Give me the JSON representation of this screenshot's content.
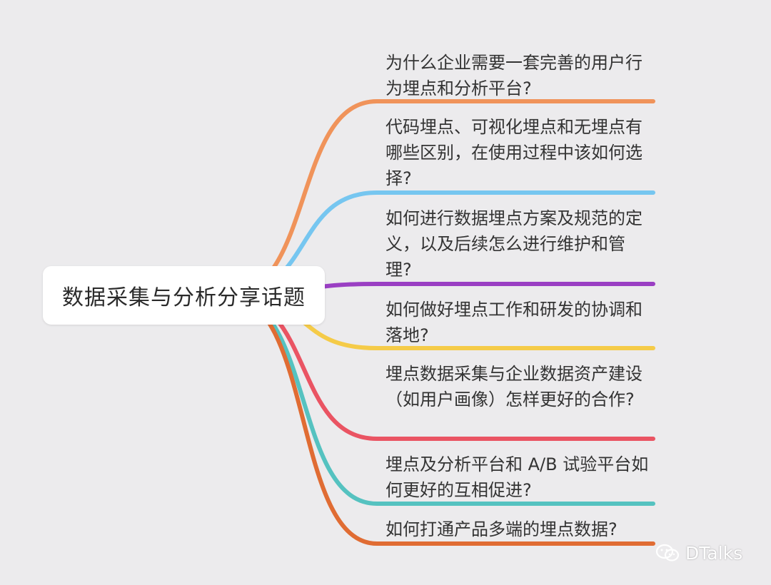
{
  "root": {
    "title": "数据采集与分析分享话题"
  },
  "branches": [
    {
      "id": "b1",
      "text": "为什么企业需要一套完善的用户行为埋点和分析平台?",
      "color": "#f0935a"
    },
    {
      "id": "b2",
      "text": "代码埋点、可视化埋点和无埋点有哪些区别，在使用过程中该如何选择?",
      "color": "#76c6f0"
    },
    {
      "id": "b3",
      "text": "如何进行数据埋点方案及规范的定义，以及后续怎么进行维护和管理?",
      "color": "#9a3fc3"
    },
    {
      "id": "b4",
      "text": "如何做好埋点工作和研发的协调和落地?",
      "color": "#f5cb48"
    },
    {
      "id": "b5",
      "text": "埋点数据采集与企业数据资产建设（如用户画像）怎样更好的合作?",
      "color": "#ea5463"
    },
    {
      "id": "b6",
      "text": "埋点及分析平台和 A/B 试验平台如何更好的互相促进?",
      "color": "#55c2c0"
    },
    {
      "id": "b7",
      "text": "如何打通产品多端的埋点数据?",
      "color": "#e06c33"
    }
  ],
  "watermark": {
    "text": "DTalks",
    "icon": "wechat-icon"
  }
}
